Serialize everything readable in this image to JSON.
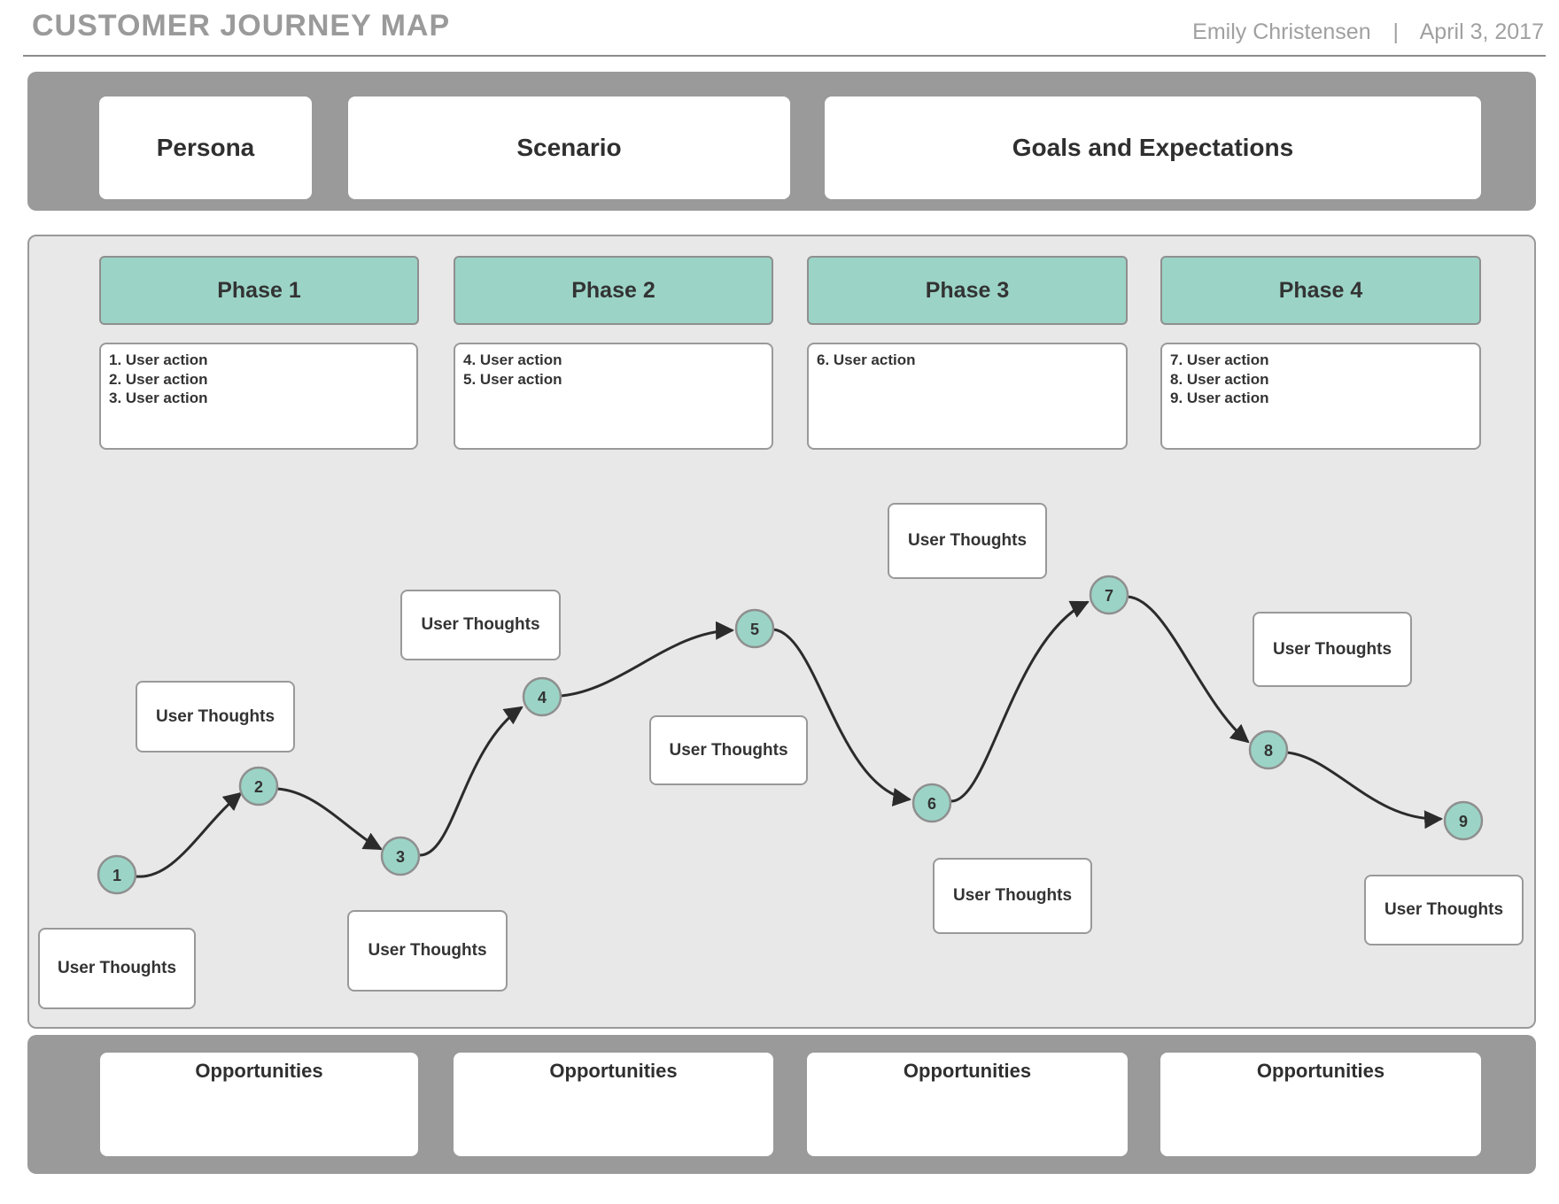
{
  "header": {
    "title": "CUSTOMER JOURNEY MAP",
    "author": "Emily Christensen",
    "separator": "|",
    "date": "April 3, 2017"
  },
  "top_bar": {
    "boxes": [
      {
        "label": "Persona"
      },
      {
        "label": "Scenario"
      },
      {
        "label": "Goals and Expectations"
      }
    ]
  },
  "phases": [
    {
      "label": "Phase 1",
      "actions": [
        "1. User action",
        "2. User action",
        "3. User action"
      ]
    },
    {
      "label": "Phase 2",
      "actions": [
        "4. User action",
        "5. User action"
      ]
    },
    {
      "label": "Phase 3",
      "actions": [
        "6. User action"
      ]
    },
    {
      "label": "Phase 4",
      "actions": [
        "7. User action",
        "8. User action",
        "9. User action"
      ]
    }
  ],
  "journey": {
    "points": [
      {
        "label": "1"
      },
      {
        "label": "2"
      },
      {
        "label": "3"
      },
      {
        "label": "4"
      },
      {
        "label": "5"
      },
      {
        "label": "6"
      },
      {
        "label": "7"
      },
      {
        "label": "8"
      },
      {
        "label": "9"
      }
    ],
    "thought_boxes": [
      {
        "label": "User Thoughts"
      },
      {
        "label": "User Thoughts"
      },
      {
        "label": "User Thoughts"
      },
      {
        "label": "User Thoughts"
      },
      {
        "label": "User Thoughts"
      },
      {
        "label": "User Thoughts"
      },
      {
        "label": "User Thoughts"
      },
      {
        "label": "User Thoughts"
      },
      {
        "label": "User Thoughts"
      }
    ]
  },
  "opportunities": [
    {
      "label": "Opportunities"
    },
    {
      "label": "Opportunities"
    },
    {
      "label": "Opportunities"
    },
    {
      "label": "Opportunities"
    }
  ],
  "colors": {
    "accent_teal": "#9bd4c6",
    "band_gray": "#9a9a9a",
    "panel_gray": "#e8e8e8",
    "border_gray": "#8f8f8f",
    "curve_dark": "#2b2b2b",
    "text_dark": "#333333",
    "title_gray": "#9a9a9a",
    "byline_gray": "#a0a0a0"
  }
}
